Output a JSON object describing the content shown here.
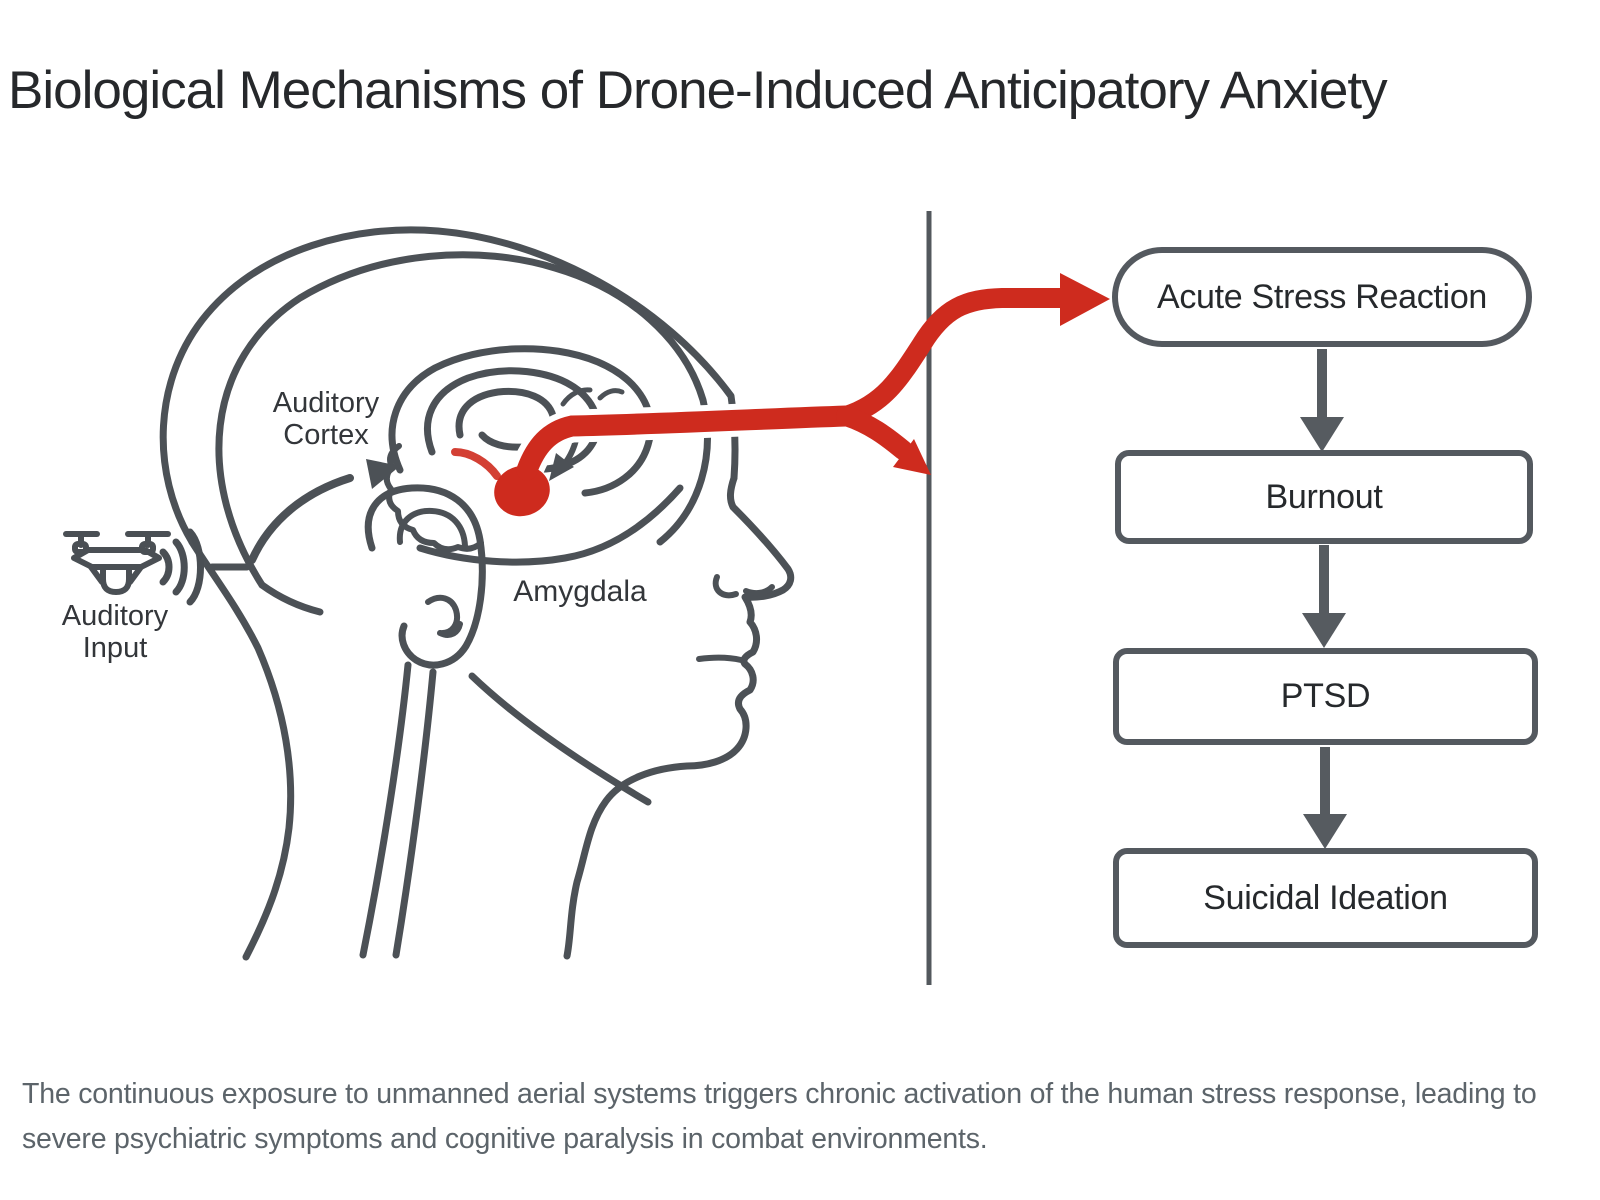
{
  "title": "Biological Mechanisms of Drone-Induced Anticipatory Anxiety",
  "caption": "The continuous exposure to unmanned aerial systems triggers chronic activation of the human stress response, leading to severe psychiatric symptoms and cognitive paralysis in combat environments.",
  "diagram": {
    "labels": {
      "auditory_cortex_line1": "Auditory",
      "auditory_cortex_line2": "Cortex",
      "amygdala": "Amygdala",
      "auditory_input_line1": "Auditory",
      "auditory_input_line2": "Input"
    },
    "icons": {
      "drone": "drone-icon",
      "sound_waves": "sound-waves-icon"
    },
    "colors": {
      "line_art_gray": "#4c5156",
      "highlight_red": "#ce2b1e",
      "divider_gray": "#53585d",
      "label_text": "#33363a"
    }
  },
  "flowchart": {
    "boxes": [
      {
        "label": "Acute Stress Reaction"
      },
      {
        "label": "Burnout"
      },
      {
        "label": "PTSD"
      },
      {
        "label": "Suicidal Ideation"
      }
    ],
    "colors": {
      "border": "#54595f",
      "arrow": "#565b60",
      "text": "#26292c"
    }
  }
}
